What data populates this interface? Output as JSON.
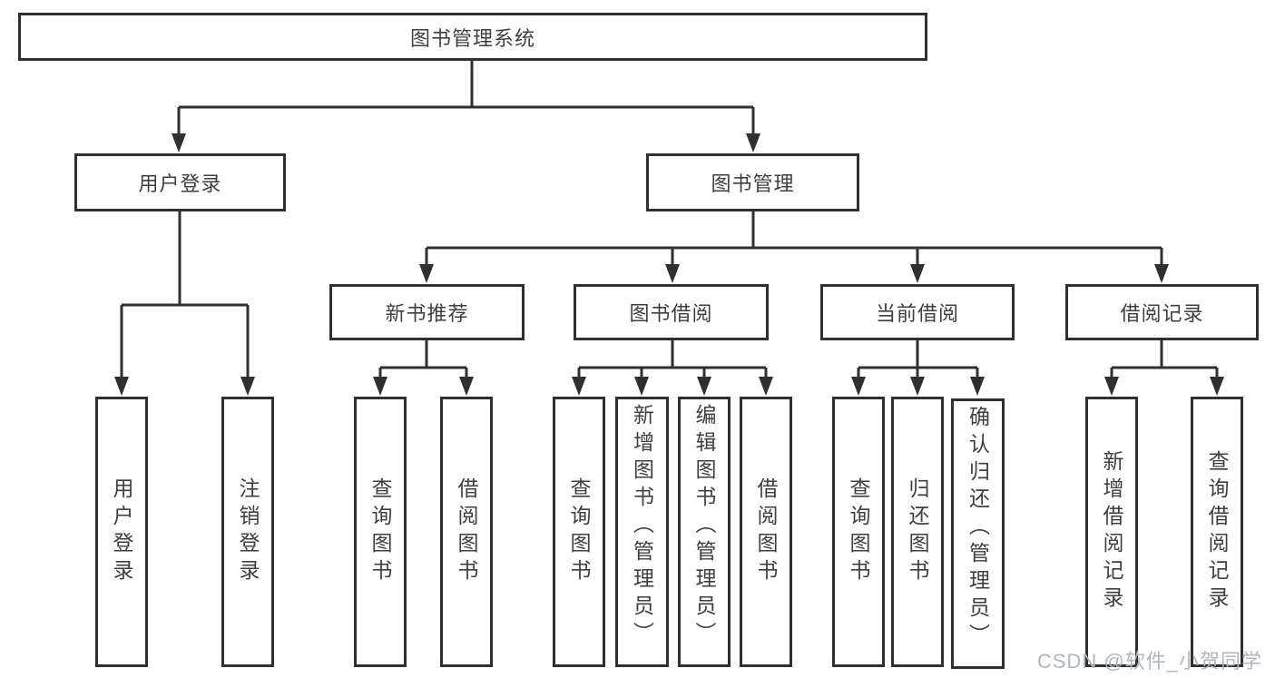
{
  "colors": {
    "line": "#303030",
    "text": "#3f3f3f",
    "watermark": "#b0b6bb",
    "background": "#ffffff"
  },
  "tree": {
    "root": {
      "label": "图书管理系统"
    },
    "branches": [
      {
        "label": "用户登录",
        "children": [
          {
            "label": "用户登录"
          },
          {
            "label": "注销登录"
          }
        ]
      },
      {
        "label": "图书管理",
        "children": [
          {
            "label": "新书推荐",
            "children": [
              {
                "label": "查询图书"
              },
              {
                "label": "借阅图书"
              }
            ]
          },
          {
            "label": "图书借阅",
            "children": [
              {
                "label": "查询图书"
              },
              {
                "label": "新增图书（管理员）"
              },
              {
                "label": "编辑图书（管理员）"
              },
              {
                "label": "借阅图书"
              }
            ]
          },
          {
            "label": "当前借阅",
            "children": [
              {
                "label": "查询图书"
              },
              {
                "label": "归还图书"
              },
              {
                "label": "确认归还（管理员）"
              }
            ]
          },
          {
            "label": "借阅记录",
            "children": [
              {
                "label": "新增借阅记录"
              },
              {
                "label": "查询借阅记录"
              }
            ]
          }
        ]
      }
    ]
  },
  "watermark": {
    "text": "CSDN @软件_小贺同学"
  }
}
